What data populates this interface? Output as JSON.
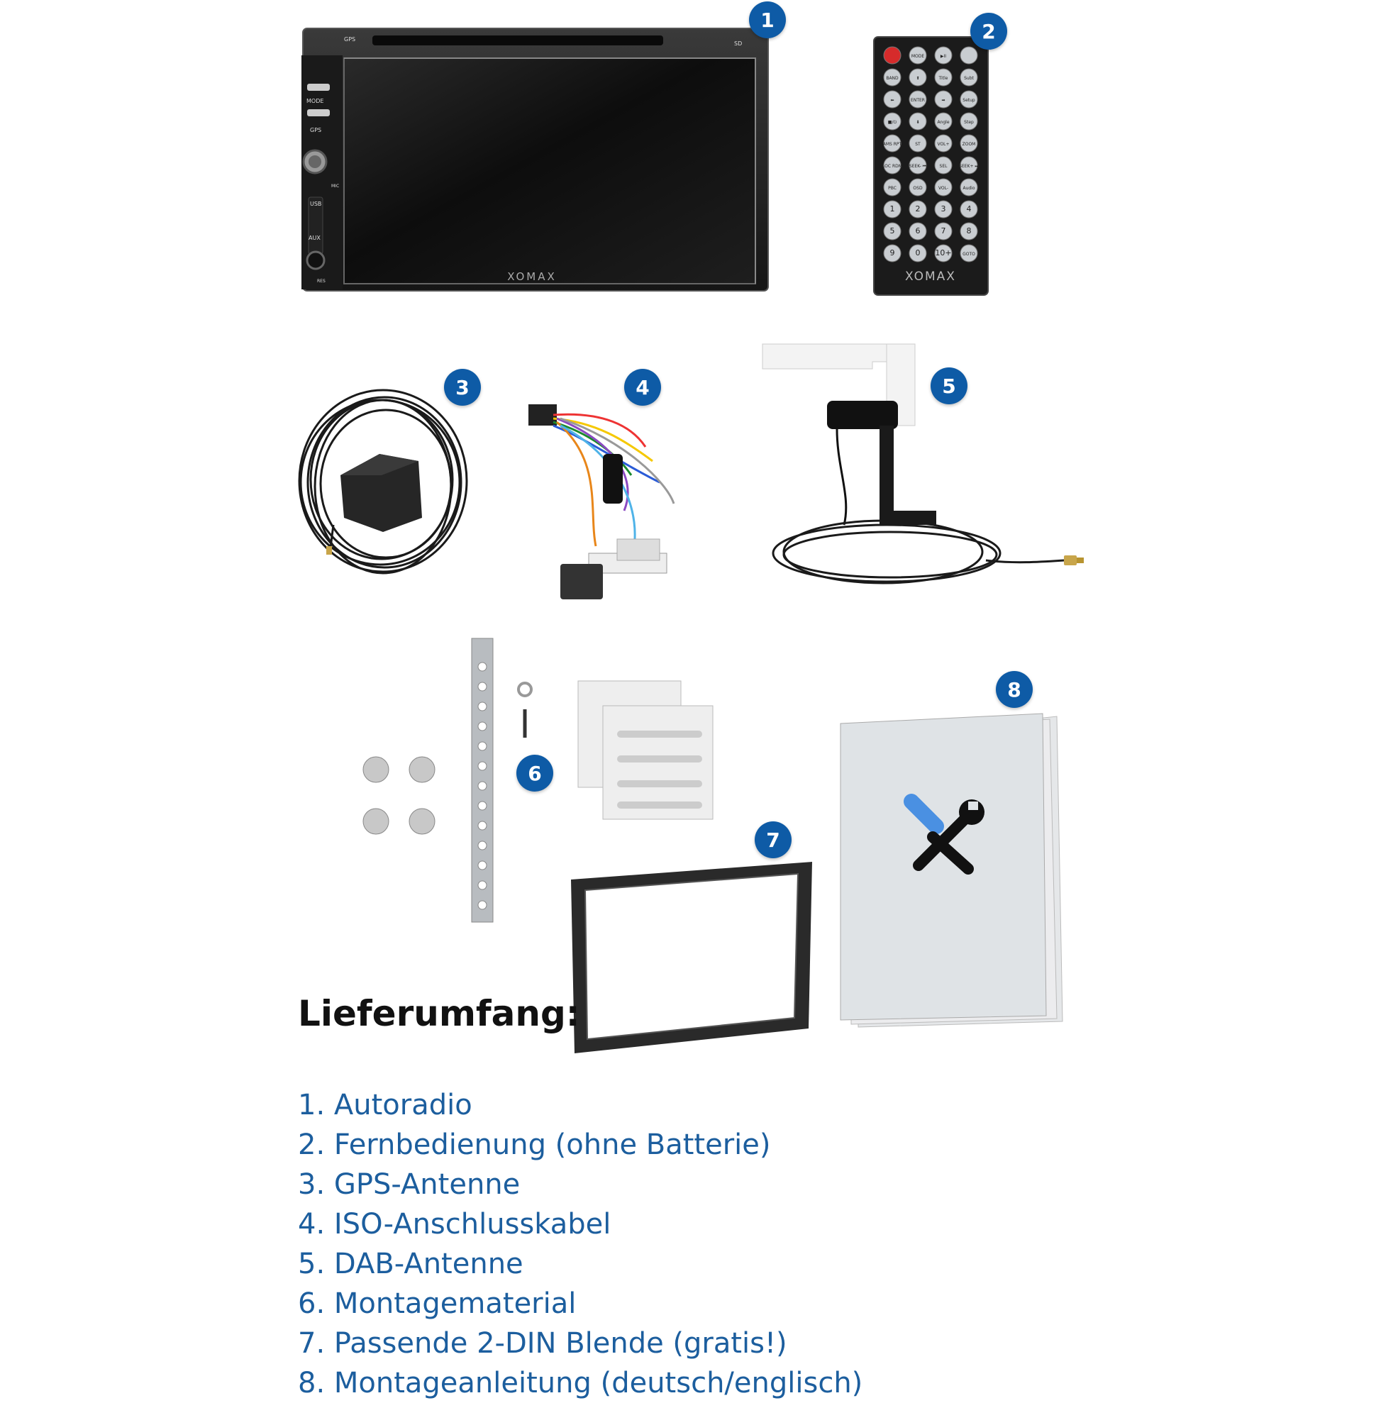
{
  "colors": {
    "badge": "#0e5ba6",
    "list_text": "#1c5e9e",
    "title_text": "#111111"
  },
  "device": {
    "brand": "XOMAX",
    "labels": {
      "gps": "GPS",
      "sd": "SD",
      "mode": "MODE",
      "gps_button": "GPS",
      "mic": "MIC",
      "usb": "USB",
      "aux": "AUX",
      "res": "RES"
    }
  },
  "remote": {
    "brand": "XOMAX",
    "keys": [
      [
        "",
        "MODE",
        "▶II",
        ""
      ],
      [
        "BAND",
        "⬆",
        "Title",
        "Subt"
      ],
      [
        "⬅",
        "ENTER",
        "➡",
        "Setup"
      ],
      [
        "■/⏻",
        "⬇",
        "Angle",
        "Step"
      ],
      [
        "AMS RPT",
        "ST",
        "VOL+",
        "ZOOM"
      ],
      [
        "LOC RDM",
        "SEEK- ⏮",
        "SEL",
        "SEEK+ ⏭"
      ],
      [
        "PBC",
        "OSD",
        "VOL-",
        "Audio"
      ],
      [
        "1",
        "2",
        "3",
        "4"
      ],
      [
        "5",
        "6",
        "7",
        "8"
      ],
      [
        "9",
        "0",
        "10+",
        "GOTO"
      ]
    ]
  },
  "badges": [
    "1",
    "2",
    "3",
    "4",
    "5",
    "6",
    "7",
    "8"
  ],
  "title": "Lieferumfang:",
  "items": [
    "1. Autoradio",
    "2. Fernbedienung (ohne Batterie)",
    "3. GPS-Antenne",
    "4. ISO-Anschlusskabel",
    "5. DAB-Antenne",
    "6. Montagematerial",
    "7. Passende 2-DIN Blende (gratis!)",
    "8. Montageanleitung (deutsch/englisch)"
  ]
}
